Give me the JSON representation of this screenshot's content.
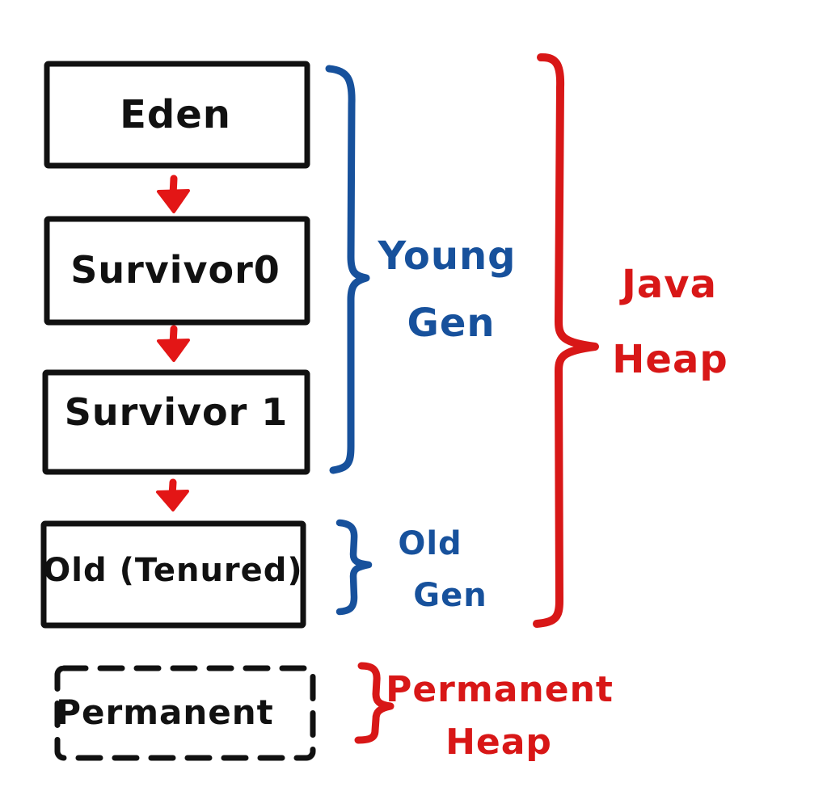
{
  "boxes": [
    {
      "id": "eden",
      "label": "Eden"
    },
    {
      "id": "survivor0",
      "label": "Survivor0"
    },
    {
      "id": "survivor1",
      "label": "Survivor 1"
    },
    {
      "id": "old",
      "label": "Old (Tenured)"
    },
    {
      "id": "permanent",
      "label": "Permanent"
    }
  ],
  "annotations": {
    "young_gen": {
      "line1": "Young",
      "line2": "Gen"
    },
    "old_gen": {
      "line1": "Old",
      "line2": "Gen"
    },
    "java_heap": {
      "line1": "Java",
      "line2": "Heap"
    },
    "permanent_heap": {
      "line1": "Permanent",
      "line2": "Heap"
    }
  },
  "icons": {
    "arrow_down": "filled red down arrow between boxes",
    "curly_brace": "hand-drawn curly brace grouping marker"
  },
  "colors": {
    "stroke_black": "#111111",
    "brace_blue": "#17519c",
    "brace_red": "#d81717",
    "arrow_red": "#e31616",
    "background": "#ffffff"
  }
}
